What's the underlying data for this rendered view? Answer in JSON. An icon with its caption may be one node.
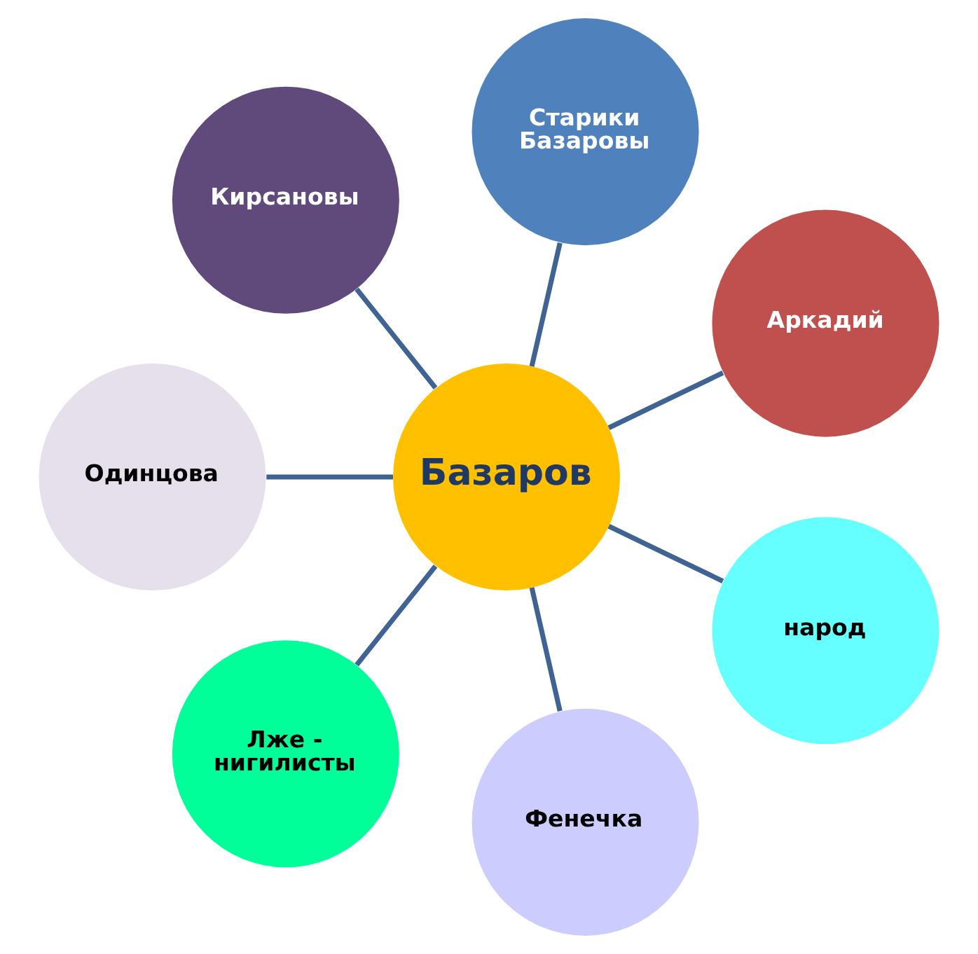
{
  "diagram": {
    "nodes": [
      {
        "text": [
          "Аркадий"
        ]
      },
      {
        "text": [
          "Старики Базаровы"
        ]
      },
      {
        "text": [
          "Кирсановы"
        ]
      },
      {
        "text": [
          "Базаров"
        ]
      },
      {
        "text": [
          "Одинцова"
        ]
      },
      {
        "text": [
          "Лже - нигилисты"
        ]
      },
      {
        "text": [
          "Фенечка"
        ]
      },
      {
        "text": [
          "народ"
        ]
      }
    ],
    "edges": [
      {
        "from": 3,
        "to": 0,
        "arrow": "none"
      },
      {
        "from": 3,
        "to": 2,
        "arrow": "none"
      },
      {
        "from": 3,
        "to": 5,
        "arrow": "none"
      },
      {
        "from": 3,
        "to": 7,
        "arrow": "none"
      },
      {
        "from": 3,
        "to": 6,
        "arrow": "none"
      },
      {
        "from": 3,
        "to": 4,
        "arrow": "none"
      },
      {
        "from": 3,
        "to": 1,
        "arrow": "none"
      }
    ]
  }
}
